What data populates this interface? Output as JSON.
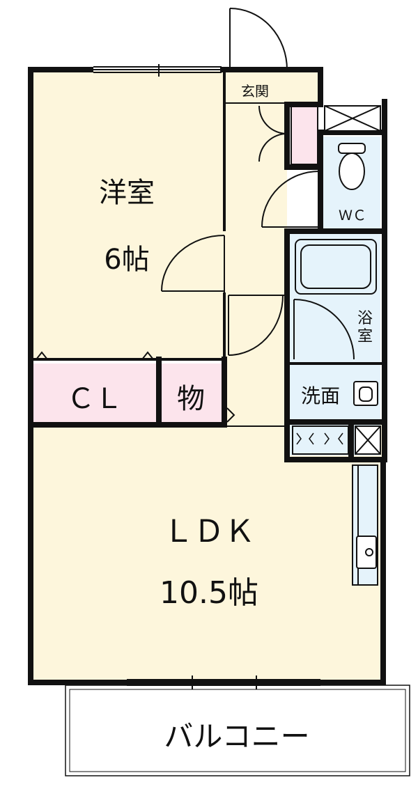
{
  "rooms": {
    "western_room": {
      "name": "洋室",
      "size": "6帖"
    },
    "entrance": {
      "name": "玄関"
    },
    "closet": {
      "name": "ＣＬ"
    },
    "storage": {
      "name": "物"
    },
    "wc": {
      "name": "ＷＣ"
    },
    "bath": {
      "name_line1": "浴",
      "name_line2": "室"
    },
    "washroom": {
      "name": "洗面"
    },
    "ldk": {
      "name": "ＬＤＫ",
      "size": "10.5帖"
    },
    "balcony": {
      "name": "バルコニー"
    }
  },
  "colors": {
    "room_fill": "#fdf6dc",
    "closet_fill": "#fce4ec",
    "wet_fill": "#e5f3fb",
    "wall": "#111111"
  }
}
